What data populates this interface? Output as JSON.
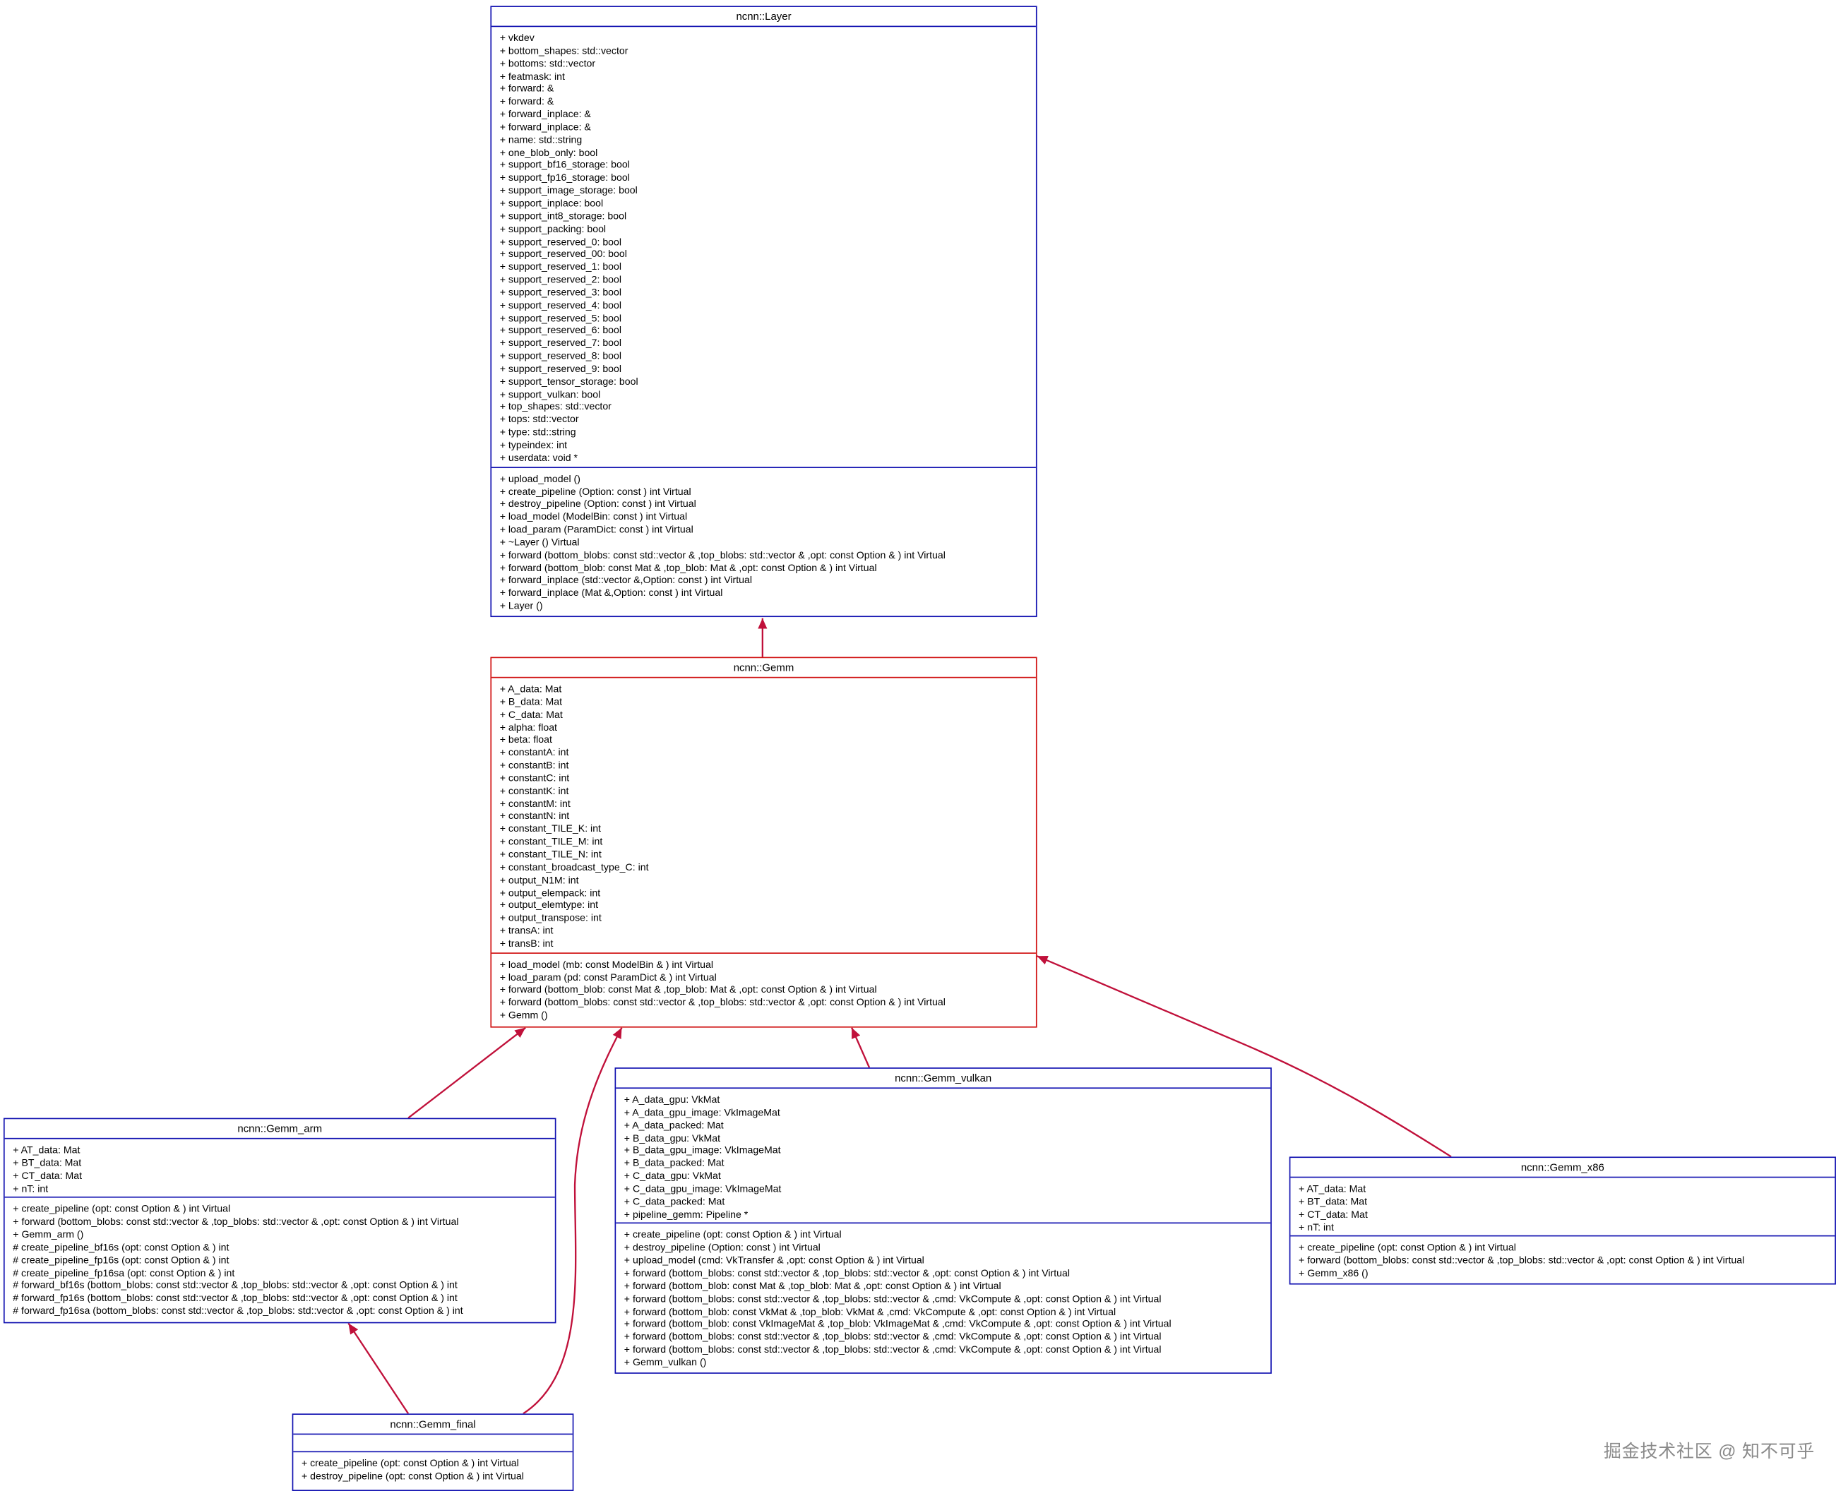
{
  "diagram": {
    "classes": {
      "layer": {
        "name": "ncnn::Layer",
        "attributes": [
          "+ vkdev",
          "+ bottom_shapes: std::vector",
          "+ bottoms: std::vector",
          "+ featmask: int",
          "+ forward: &",
          "+ forward: &",
          "+ forward_inplace: &",
          "+ forward_inplace: &",
          "+ name: std::string",
          "+ one_blob_only: bool",
          "+ support_bf16_storage: bool",
          "+ support_fp16_storage: bool",
          "+ support_image_storage: bool",
          "+ support_inplace: bool",
          "+ support_int8_storage: bool",
          "+ support_packing: bool",
          "+ support_reserved_0: bool",
          "+ support_reserved_00: bool",
          "+ support_reserved_1: bool",
          "+ support_reserved_2: bool",
          "+ support_reserved_3: bool",
          "+ support_reserved_4: bool",
          "+ support_reserved_5: bool",
          "+ support_reserved_6: bool",
          "+ support_reserved_7: bool",
          "+ support_reserved_8: bool",
          "+ support_reserved_9: bool",
          "+ support_tensor_storage: bool",
          "+ support_vulkan: bool",
          "+ top_shapes: std::vector",
          "+ tops: std::vector",
          "+ type: std::string",
          "+ typeindex: int",
          "+ userdata: void *"
        ],
        "methods": [
          "+ upload_model ()",
          "+ create_pipeline (Option: const ) int Virtual",
          "+ destroy_pipeline (Option: const ) int Virtual",
          "+ load_model (ModelBin: const ) int Virtual",
          "+ load_param (ParamDict: const ) int Virtual",
          "+ ~Layer () Virtual",
          "+ forward (bottom_blobs: const std::vector & ,top_blobs: std::vector & ,opt: const Option & ) int Virtual",
          "+ forward (bottom_blob: const Mat & ,top_blob: Mat & ,opt: const Option & ) int Virtual",
          "+ forward_inplace (std::vector &,Option: const ) int Virtual",
          "+ forward_inplace (Mat &,Option: const ) int Virtual",
          "+ Layer ()"
        ]
      },
      "gemm": {
        "name": "ncnn::Gemm",
        "attributes": [
          "+ A_data: Mat",
          "+ B_data: Mat",
          "+ C_data: Mat",
          "+ alpha: float",
          "+ beta: float",
          "+ constantA: int",
          "+ constantB: int",
          "+ constantC: int",
          "+ constantK: int",
          "+ constantM: int",
          "+ constantN: int",
          "+ constant_TILE_K: int",
          "+ constant_TILE_M: int",
          "+ constant_TILE_N: int",
          "+ constant_broadcast_type_C: int",
          "+ output_N1M: int",
          "+ output_elempack: int",
          "+ output_elemtype: int",
          "+ output_transpose: int",
          "+ transA: int",
          "+ transB: int"
        ],
        "methods": [
          "+ load_model (mb: const ModelBin & ) int Virtual",
          "+ load_param (pd: const ParamDict & ) int Virtual",
          "+ forward (bottom_blob: const Mat & ,top_blob: Mat & ,opt: const Option & ) int Virtual",
          "+ forward (bottom_blobs: const std::vector & ,top_blobs: std::vector & ,opt: const Option & ) int Virtual",
          "+ Gemm ()"
        ]
      },
      "gemm_arm": {
        "name": "ncnn::Gemm_arm",
        "attributes": [
          "+ AT_data: Mat",
          "+ BT_data: Mat",
          "+ CT_data: Mat",
          "+ nT: int"
        ],
        "methods": [
          "+ create_pipeline (opt: const Option & ) int Virtual",
          "+ forward (bottom_blobs: const std::vector & ,top_blobs: std::vector & ,opt: const Option & ) int Virtual",
          "+ Gemm_arm ()",
          "# create_pipeline_bf16s (opt: const Option & ) int",
          "# create_pipeline_fp16s (opt: const Option & ) int",
          "# create_pipeline_fp16sa (opt: const Option & ) int",
          "# forward_bf16s (bottom_blobs: const std::vector & ,top_blobs: std::vector & ,opt: const Option & ) int",
          "# forward_fp16s (bottom_blobs: const std::vector & ,top_blobs: std::vector & ,opt: const Option & ) int",
          "# forward_fp16sa (bottom_blobs: const std::vector & ,top_blobs: std::vector & ,opt: const Option & ) int"
        ]
      },
      "gemm_vulkan": {
        "name": "ncnn::Gemm_vulkan",
        "attributes": [
          "+ A_data_gpu: VkMat",
          "+ A_data_gpu_image: VkImageMat",
          "+ A_data_packed: Mat",
          "+ B_data_gpu: VkMat",
          "+ B_data_gpu_image: VkImageMat",
          "+ B_data_packed: Mat",
          "+ C_data_gpu: VkMat",
          "+ C_data_gpu_image: VkImageMat",
          "+ C_data_packed: Mat",
          "+ pipeline_gemm: Pipeline *"
        ],
        "methods": [
          "+ create_pipeline (opt: const Option & ) int Virtual",
          "+ destroy_pipeline (Option: const ) int Virtual",
          "+ upload_model (cmd: VkTransfer & ,opt: const Option & ) int Virtual",
          "+ forward (bottom_blobs: const std::vector & ,top_blobs: std::vector & ,opt: const Option & ) int Virtual",
          "+ forward (bottom_blob: const Mat & ,top_blob: Mat & ,opt: const Option & ) int Virtual",
          "+ forward (bottom_blobs: const std::vector & ,top_blobs: std::vector & ,cmd: VkCompute & ,opt: const Option & ) int Virtual",
          "+ forward (bottom_blob: const VkMat & ,top_blob: VkMat & ,cmd: VkCompute & ,opt: const Option & ) int Virtual",
          "+ forward (bottom_blob: const VkImageMat & ,top_blob: VkImageMat & ,cmd: VkCompute & ,opt: const Option & ) int Virtual",
          "+ forward (bottom_blobs: const std::vector & ,top_blobs: std::vector & ,cmd: VkCompute & ,opt: const Option & ) int Virtual",
          "+ forward (bottom_blobs: const std::vector & ,top_blobs: std::vector & ,cmd: VkCompute & ,opt: const Option & ) int Virtual",
          "+ Gemm_vulkan ()"
        ]
      },
      "gemm_x86": {
        "name": "ncnn::Gemm_x86",
        "attributes": [
          "+ AT_data: Mat",
          "+ BT_data: Mat",
          "+ CT_data: Mat",
          "+ nT: int"
        ],
        "methods": [
          "+ create_pipeline (opt: const Option & ) int Virtual",
          "+ forward (bottom_blobs: const std::vector & ,top_blobs: std::vector & ,opt: const Option & ) int Virtual",
          "+ Gemm_x86 ()"
        ]
      },
      "gemm_final": {
        "name": "ncnn::Gemm_final",
        "attributes": [],
        "methods": [
          "+ create_pipeline (opt: const Option & ) int Virtual",
          "+ destroy_pipeline (opt: const Option & ) int Virtual"
        ]
      }
    },
    "edge_color": "#c0103a",
    "box_border_color": "#1010b0",
    "highlight_border_color": "#d01010",
    "edges": [
      {
        "from": "ncnn::Gemm",
        "to": "ncnn::Layer",
        "type": "inheritance"
      },
      {
        "from": "ncnn::Gemm_arm",
        "to": "ncnn::Gemm",
        "type": "inheritance"
      },
      {
        "from": "ncnn::Gemm_final",
        "to": "ncnn::Gemm",
        "type": "inheritance"
      },
      {
        "from": "ncnn::Gemm_vulkan",
        "to": "ncnn::Gemm",
        "type": "inheritance"
      },
      {
        "from": "ncnn::Gemm_x86",
        "to": "ncnn::Gemm",
        "type": "inheritance"
      },
      {
        "from": "ncnn::Gemm_final",
        "to": "ncnn::Gemm_arm",
        "type": "inheritance"
      }
    ]
  },
  "watermark": "掘金技术社区 @ 知不可乎"
}
